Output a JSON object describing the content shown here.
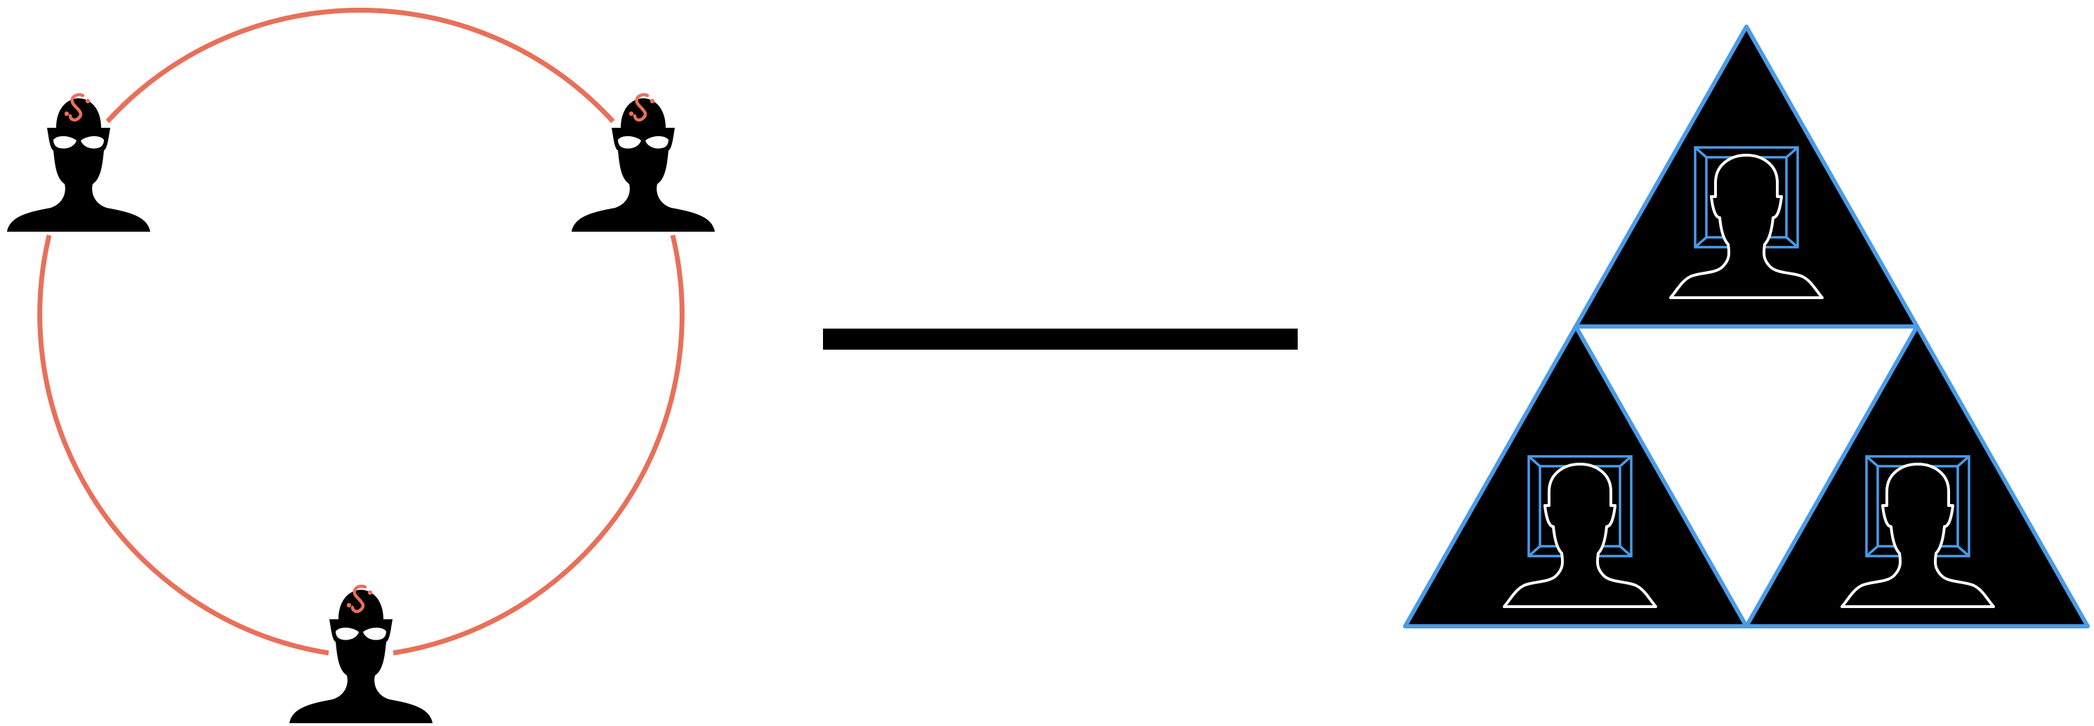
{
  "colors": {
    "background": "#ffffff",
    "ring": "#E8705A",
    "triangle_fill": "#000000",
    "triangle_stroke": "#4A9BE8",
    "figure_fill": "#000000",
    "head_mark": "#E8705A",
    "eyes": "#ffffff",
    "outline_person": "#ffffff",
    "frame": "#4A9BE8",
    "connector": "#000000"
  },
  "diagram": {
    "left_group": {
      "shape": "circle",
      "members": [
        {
          "name": "agent-top-left",
          "icon": "masked-agent-icon"
        },
        {
          "name": "agent-top-right",
          "icon": "masked-agent-icon"
        },
        {
          "name": "agent-bottom",
          "icon": "masked-agent-icon"
        }
      ]
    },
    "connector": {
      "icon": "horizontal-bar"
    },
    "right_group": {
      "shape": "triforce",
      "members": [
        {
          "name": "person-top",
          "icon": "framed-person-icon"
        },
        {
          "name": "person-bottom-left",
          "icon": "framed-person-icon"
        },
        {
          "name": "person-bottom-right",
          "icon": "framed-person-icon"
        }
      ]
    }
  }
}
